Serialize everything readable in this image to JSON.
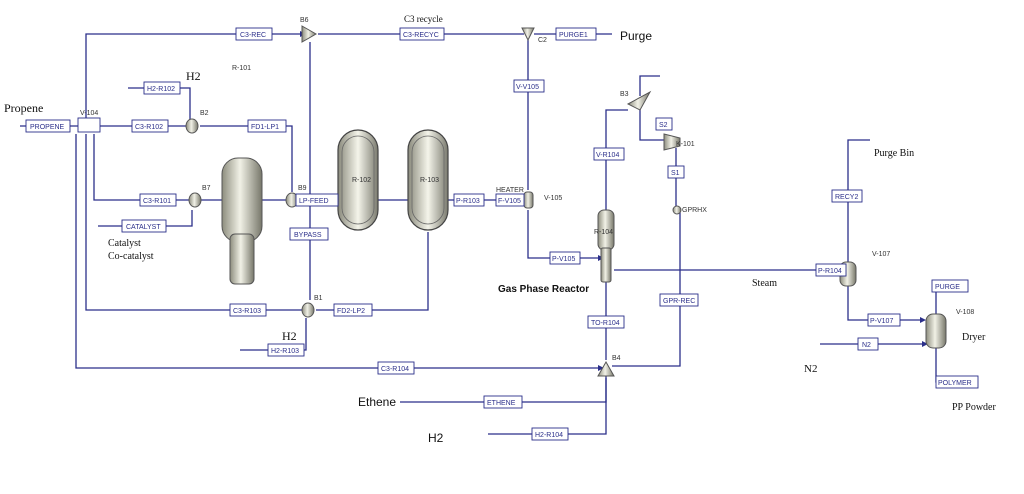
{
  "labels": {
    "propene": "Propene",
    "h2_top": "H2",
    "r101": "R-101",
    "c3_recycle": "C3 recycle",
    "purge_top": "Purge",
    "catalyst": "Catalyst",
    "cocatalyst": "Co-catalyst",
    "h2_mid": "H2",
    "gas_phase_reactor": "Gas Phase Reactor",
    "steam": "Steam",
    "purge_bin": "Purge Bin",
    "dryer": "Dryer",
    "n2": "N2",
    "pp_powder": "PP Powder",
    "ethene": "Ethene",
    "h2_bottom": "H2"
  },
  "blocks": {
    "v104": "V-104",
    "r102": "R-102",
    "r103": "R-103",
    "r104": "R-104",
    "v105": "V-105",
    "v107": "V-107",
    "v108": "V-108",
    "k101": "K-101",
    "b1": "B1",
    "b2": "B2",
    "b3": "B3",
    "b4": "B4",
    "b6": "B6",
    "b7": "B7",
    "b9": "B9",
    "c2": "C2",
    "heater": "HEATER",
    "gprhx": "GPRHX"
  },
  "streams": {
    "propene": "PROPENE",
    "c3_rec": "C3-REC",
    "c3_recyc": "C3-RECYC",
    "purge1": "PURGE1",
    "h2_r102": "H2-R102",
    "c3_r102": "C3-R102",
    "fd1_lp1": "FD1-LP1",
    "c3_r101": "C3-R101",
    "catalyst": "CATALYST",
    "lp_feed": "LP-FEED",
    "bypass": "BYPASS",
    "p_r103": "P-R103",
    "f_v105": "F-V105",
    "v_v105": "V-V105",
    "p_v105": "P-V105",
    "v_r104": "V-R104",
    "s2": "S2",
    "s1": "S1",
    "gpr_rec": "GPR-REC",
    "to_r104": "TO-R104",
    "c3_r103": "C3-R103",
    "fd2_lp2": "FD2-LP2",
    "h2_r103": "H2-R103",
    "c3_r104": "C3-R104",
    "ethene": "ETHENE",
    "h2_r104": "H2-R104",
    "recy2": "RECY2",
    "p_r104": "P-R104",
    "p_v107": "P-V107",
    "n2": "N2",
    "purge": "PURGE",
    "polymer": "POLYMER"
  }
}
